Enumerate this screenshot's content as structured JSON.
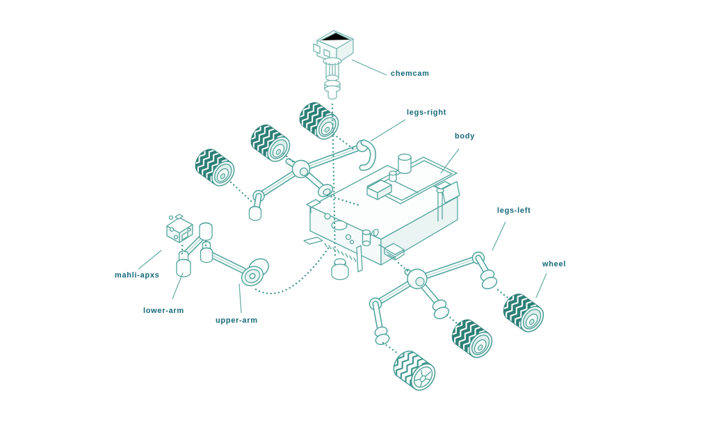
{
  "diagram": {
    "kind": "exploded-view-diagram",
    "background": "#ffffff",
    "colors": {
      "label_text": "#15697a",
      "line_art": "#54a59e",
      "line_art_light": "#79b7b1",
      "tread_fill": "#2e8078",
      "tread_pattern": "#ffffff",
      "fill_light": "#f6fbfa",
      "leader_line": "#62aaa3",
      "dotted_connector": "#3c948b"
    },
    "parts": [
      {
        "id": "chemcam",
        "label": "chemcam"
      },
      {
        "id": "legs-right",
        "label": "legs-right"
      },
      {
        "id": "body",
        "label": "body"
      },
      {
        "id": "legs-left",
        "label": "legs-left"
      },
      {
        "id": "wheel",
        "label": "wheel"
      },
      {
        "id": "mahli-apxs",
        "label": "mahli-apxs"
      },
      {
        "id": "lower-arm",
        "label": "lower-arm"
      },
      {
        "id": "upper-arm",
        "label": "upper-arm"
      }
    ]
  }
}
